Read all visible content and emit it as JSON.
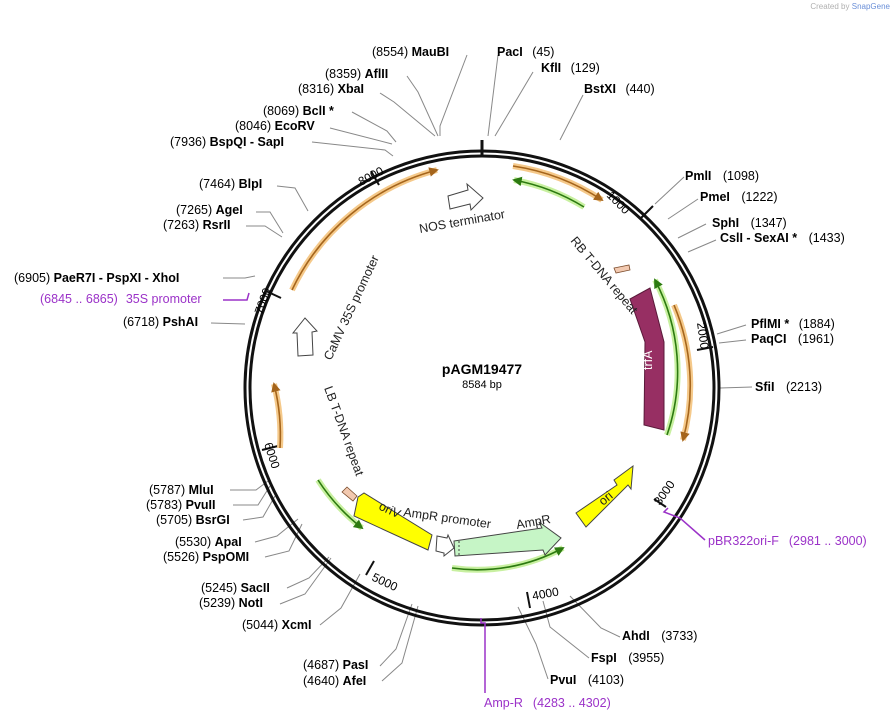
{
  "watermark": {
    "prefix": "Created by",
    "brand": "SnapGene"
  },
  "plasmid": {
    "name": "pAGM19477",
    "size_label": "8584 bp",
    "length": 8584
  },
  "ticks": [
    "1000",
    "2000",
    "3000",
    "4000",
    "5000",
    "6000",
    "7000",
    "8000"
  ],
  "enzymes": [
    {
      "name": "MauBI",
      "pos": "(8554)"
    },
    {
      "name": "PacI",
      "pos": "(45)"
    },
    {
      "name": "KflI",
      "pos": "(129)"
    },
    {
      "name": "BstXI",
      "pos": "(440)"
    },
    {
      "name": "AflII",
      "pos": "(8359)"
    },
    {
      "name": "XbaI",
      "pos": "(8316)"
    },
    {
      "name": "BclI *",
      "pos": "(8069)"
    },
    {
      "name": "EcoRV",
      "pos": "(8046)"
    },
    {
      "name": "BspQI  -  SapI",
      "pos": "(7936)"
    },
    {
      "name": "BlpI",
      "pos": "(7464)"
    },
    {
      "name": "AgeI",
      "pos": "(7265)"
    },
    {
      "name": "RsrII",
      "pos": "(7263)"
    },
    {
      "name": "PaeR7I  -  PspXI  -  XhoI",
      "pos": "(6905)"
    },
    {
      "name": "PshAI",
      "pos": "(6718)"
    },
    {
      "name": "PmlI",
      "pos": "(1098)"
    },
    {
      "name": "PmeI",
      "pos": "(1222)"
    },
    {
      "name": "SphI",
      "pos": "(1347)"
    },
    {
      "name": "CslI  -  SexAI *",
      "pos": "(1433)"
    },
    {
      "name": "PflMI *",
      "pos": "(1884)"
    },
    {
      "name": "PaqCI",
      "pos": "(1961)"
    },
    {
      "name": "SfiI",
      "pos": "(2213)"
    },
    {
      "name": "MluI",
      "pos": "(5787)"
    },
    {
      "name": "PvuII",
      "pos": "(5783)"
    },
    {
      "name": "BsrGI",
      "pos": "(5705)"
    },
    {
      "name": "ApaI",
      "pos": "(5530)"
    },
    {
      "name": "PspOMI",
      "pos": "(5526)"
    },
    {
      "name": "SacII",
      "pos": "(5245)"
    },
    {
      "name": "NotI",
      "pos": "(5239)"
    },
    {
      "name": "XcmI",
      "pos": "(5044)"
    },
    {
      "name": "PasI",
      "pos": "(4687)"
    },
    {
      "name": "AfeI",
      "pos": "(4640)"
    },
    {
      "name": "AhdI",
      "pos": "(3733)"
    },
    {
      "name": "FspI",
      "pos": "(3955)"
    },
    {
      "name": "PvuI",
      "pos": "(4103)"
    }
  ],
  "primers": [
    {
      "name": "35S promoter",
      "range": "(6845 .. 6865)"
    },
    {
      "name": "pBR322ori-F",
      "range": "(2981 .. 3000)"
    },
    {
      "name": "Amp-R",
      "range": "(4283 .. 4302)"
    }
  ],
  "features": [
    {
      "label": "NOS terminator"
    },
    {
      "label": "CaMV 35S promoter"
    },
    {
      "label": "RB T-DNA repeat"
    },
    {
      "label": "trfA"
    },
    {
      "label": "LB T-DNA repeat"
    },
    {
      "label": "oriV"
    },
    {
      "label": "AmpR promoter"
    },
    {
      "label": "AmpR"
    },
    {
      "label": "ori"
    }
  ],
  "colors": {
    "backbone": "#111111",
    "orange_band": "#f5c98a",
    "orange_line": "#a5651c",
    "green_band": "#c8f0a0",
    "green_line": "#2c7a10",
    "trfA": "#972f63",
    "yellow": "#ffff00",
    "ampR": "#c6f5c6",
    "primer": "#9b32c8",
    "rb_lb": "#f2c9b0"
  }
}
